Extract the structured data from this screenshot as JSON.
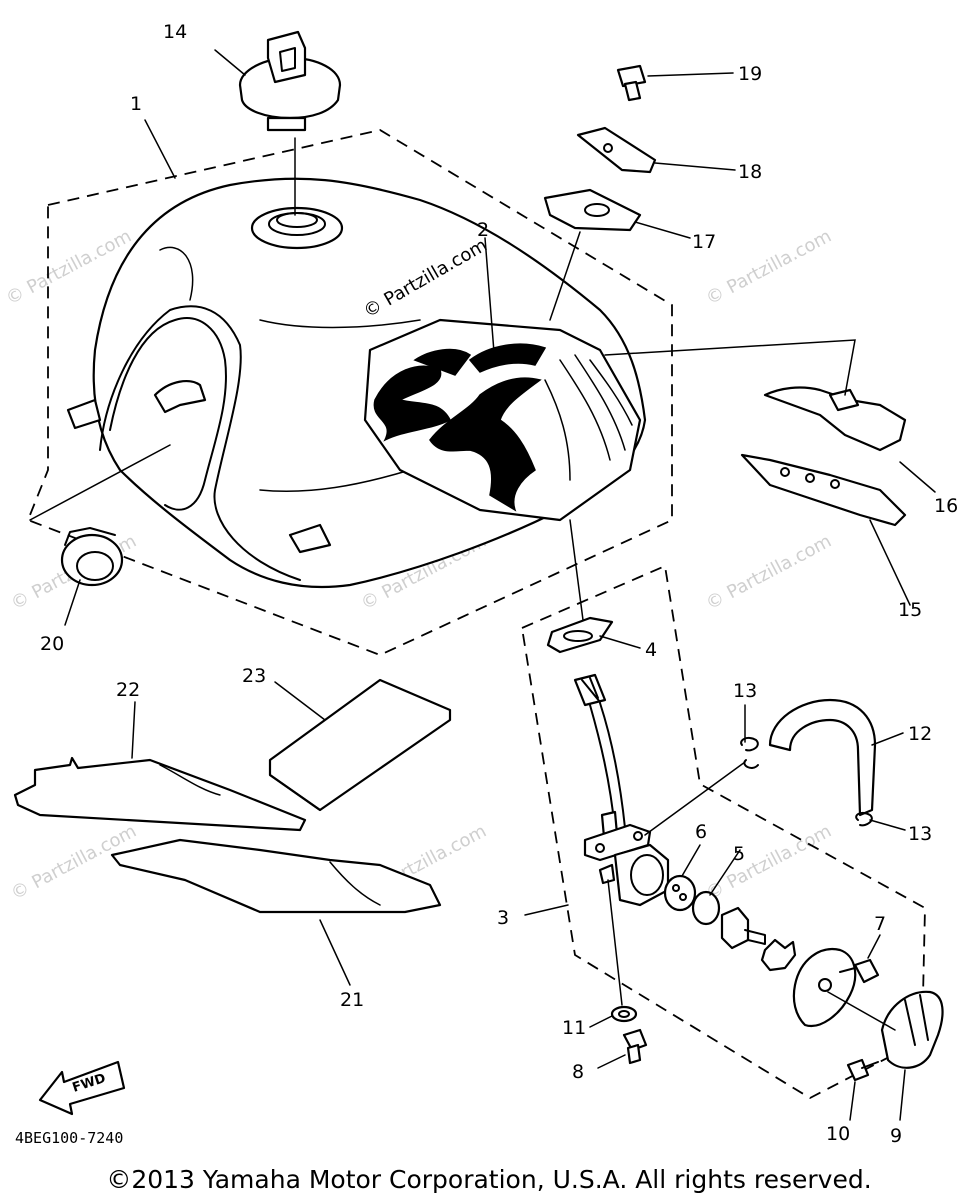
{
  "watermarks": {
    "main": "© Partzilla.com",
    "faint": "© Partzilla.com"
  },
  "callouts": [
    {
      "id": "c1",
      "label": "1"
    },
    {
      "id": "c2",
      "label": "2"
    },
    {
      "id": "c3",
      "label": "3"
    },
    {
      "id": "c4",
      "label": "4"
    },
    {
      "id": "c5",
      "label": "5"
    },
    {
      "id": "c6",
      "label": "6"
    },
    {
      "id": "c7",
      "label": "7"
    },
    {
      "id": "c8",
      "label": "8"
    },
    {
      "id": "c9",
      "label": "9"
    },
    {
      "id": "c10",
      "label": "10"
    },
    {
      "id": "c11",
      "label": "11"
    },
    {
      "id": "c12",
      "label": "12"
    },
    {
      "id": "c13a",
      "label": "13"
    },
    {
      "id": "c13b",
      "label": "13"
    },
    {
      "id": "c14",
      "label": "14"
    },
    {
      "id": "c15",
      "label": "15"
    },
    {
      "id": "c16",
      "label": "16"
    },
    {
      "id": "c17",
      "label": "17"
    },
    {
      "id": "c18",
      "label": "18"
    },
    {
      "id": "c19",
      "label": "19"
    },
    {
      "id": "c20",
      "label": "20"
    },
    {
      "id": "c21",
      "label": "21"
    },
    {
      "id": "c22",
      "label": "22"
    },
    {
      "id": "c23",
      "label": "23"
    }
  ],
  "fwd_label": "FWD",
  "diagram_code": "4BEG100-7240",
  "copyright": "©2013 Yamaha Motor Corporation, U.S.A. All rights reserved."
}
